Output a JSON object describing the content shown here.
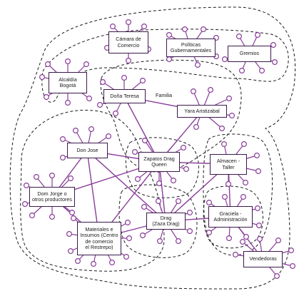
{
  "diagram": {
    "colors": {
      "edge": "#8a3d9a",
      "box_border": "#3a1a4a",
      "circle": "#8a3d9a",
      "boundary": "#1a1a1a"
    },
    "nodes": [
      {
        "id": "camara",
        "label": "Cámara de\nComercio"
      },
      {
        "id": "politicas",
        "label": "Políticas\nGubernamentales"
      },
      {
        "id": "gremios",
        "label": "Gremios"
      },
      {
        "id": "alcaldia",
        "label": "Alcaldía\nBogotá"
      },
      {
        "id": "dona-teresa",
        "label": "Doña Teresa"
      },
      {
        "id": "yara",
        "label": "Yara Aristizabal"
      },
      {
        "id": "don-jose",
        "label": "Don Jose"
      },
      {
        "id": "zapatos",
        "label": "Zapatos Drag\nQueen"
      },
      {
        "id": "almacen",
        "label": "Almacen -\nTaller"
      },
      {
        "id": "don-jorge",
        "label": "Dom Jorge o\notros productores"
      },
      {
        "id": "drag",
        "label": "Drag\n(Zaza Drag)"
      },
      {
        "id": "graciela",
        "label": "Graciela -\nAdministración"
      },
      {
        "id": "materiales",
        "label": "Materiales e\nInsumos (Centro\nde comercio\nel Restrepo)"
      },
      {
        "id": "vendedoras",
        "label": "Vendedoras"
      }
    ],
    "edge_labels": [
      {
        "id": "familia",
        "text": "Familia"
      }
    ]
  }
}
